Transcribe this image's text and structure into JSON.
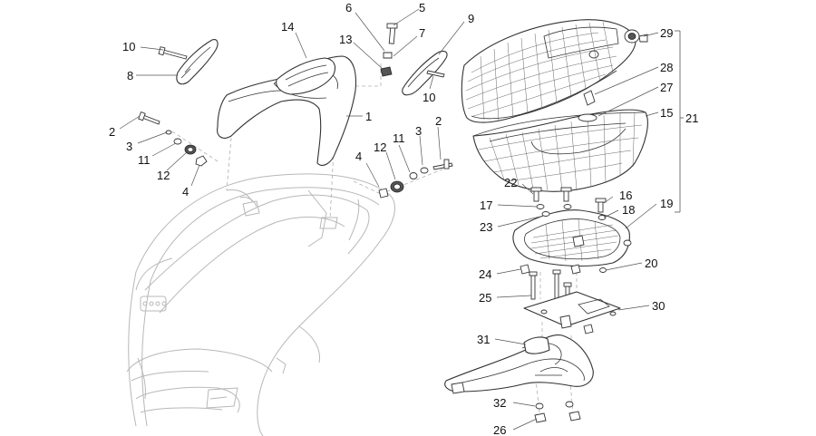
{
  "callouts": {
    "c1": "1",
    "c2a": "2",
    "c2b": "2",
    "c3a": "3",
    "c3b": "3",
    "c4a": "4",
    "c4b": "4",
    "c5": "5",
    "c6": "6",
    "c7": "7",
    "c8": "8",
    "c9": "9",
    "c10a": "10",
    "c10b": "10",
    "c11a": "11",
    "c11b": "11",
    "c12a": "12",
    "c12b": "12",
    "c13": "13",
    "c14": "14",
    "c15": "15",
    "c16": "16",
    "c17": "17",
    "c18": "18",
    "c19": "19",
    "c20": "20",
    "c21": "21",
    "c22": "22",
    "c23": "23",
    "c24": "24",
    "c25": "25",
    "c26": "26",
    "c27": "27",
    "c28": "28",
    "c29": "29",
    "c30": "30",
    "c31": "31",
    "c32": "32"
  }
}
